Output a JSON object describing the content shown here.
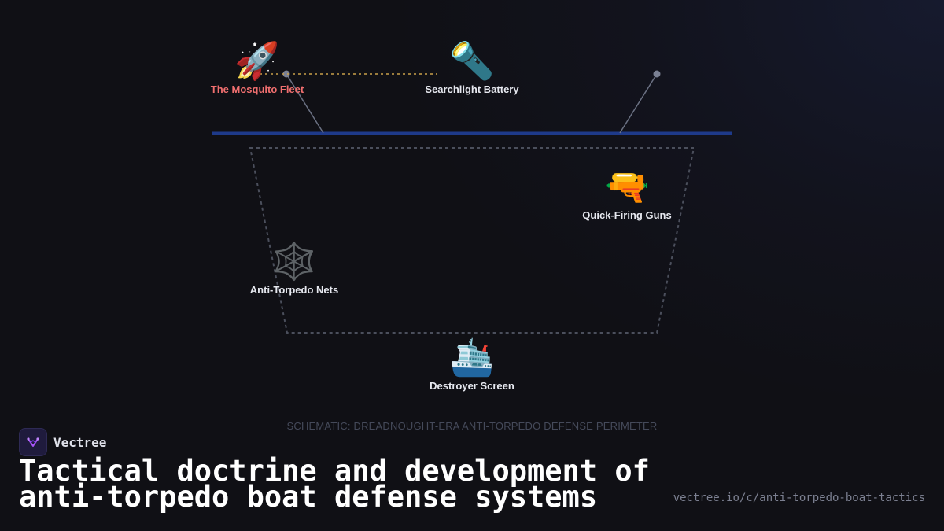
{
  "diagram": {
    "caption": "SCHEMATIC: DREADNOUGHT-ERA ANTI-TORPEDO DEFENSE PERIMETER",
    "nodes": {
      "mosquito_fleet": {
        "label": "The Mosquito Fleet",
        "icon": "rocket-icon",
        "emoji": "🚀",
        "color": "#f06f6f"
      },
      "searchlight": {
        "label": "Searchlight Battery",
        "icon": "flashlight-icon",
        "emoji": "🔦"
      },
      "quick_firing": {
        "label": "Quick-Firing Guns",
        "icon": "water-pistol-icon",
        "emoji": "🔫"
      },
      "nets": {
        "label": "Anti-Torpedo Nets",
        "icon": "spider-web-icon",
        "emoji": "🕸️"
      },
      "destroyer": {
        "label": "Destroyer Screen",
        "icon": "ship-icon",
        "emoji": "🛳️"
      }
    }
  },
  "brand": {
    "name": "Vectree",
    "icon": "vectree-logo-icon",
    "accent": "#a855f7"
  },
  "footer": {
    "title": "Tactical doctrine and development of anti-torpedo boat defense systems",
    "url": "vectree.io/c/anti-torpedo-boat-tactics"
  },
  "colors": {
    "horizon_line": "#1e3a8a",
    "perimeter": "#4b4f5c",
    "boom_lines": "#6b7183",
    "approach_path": "#c9a04a"
  }
}
